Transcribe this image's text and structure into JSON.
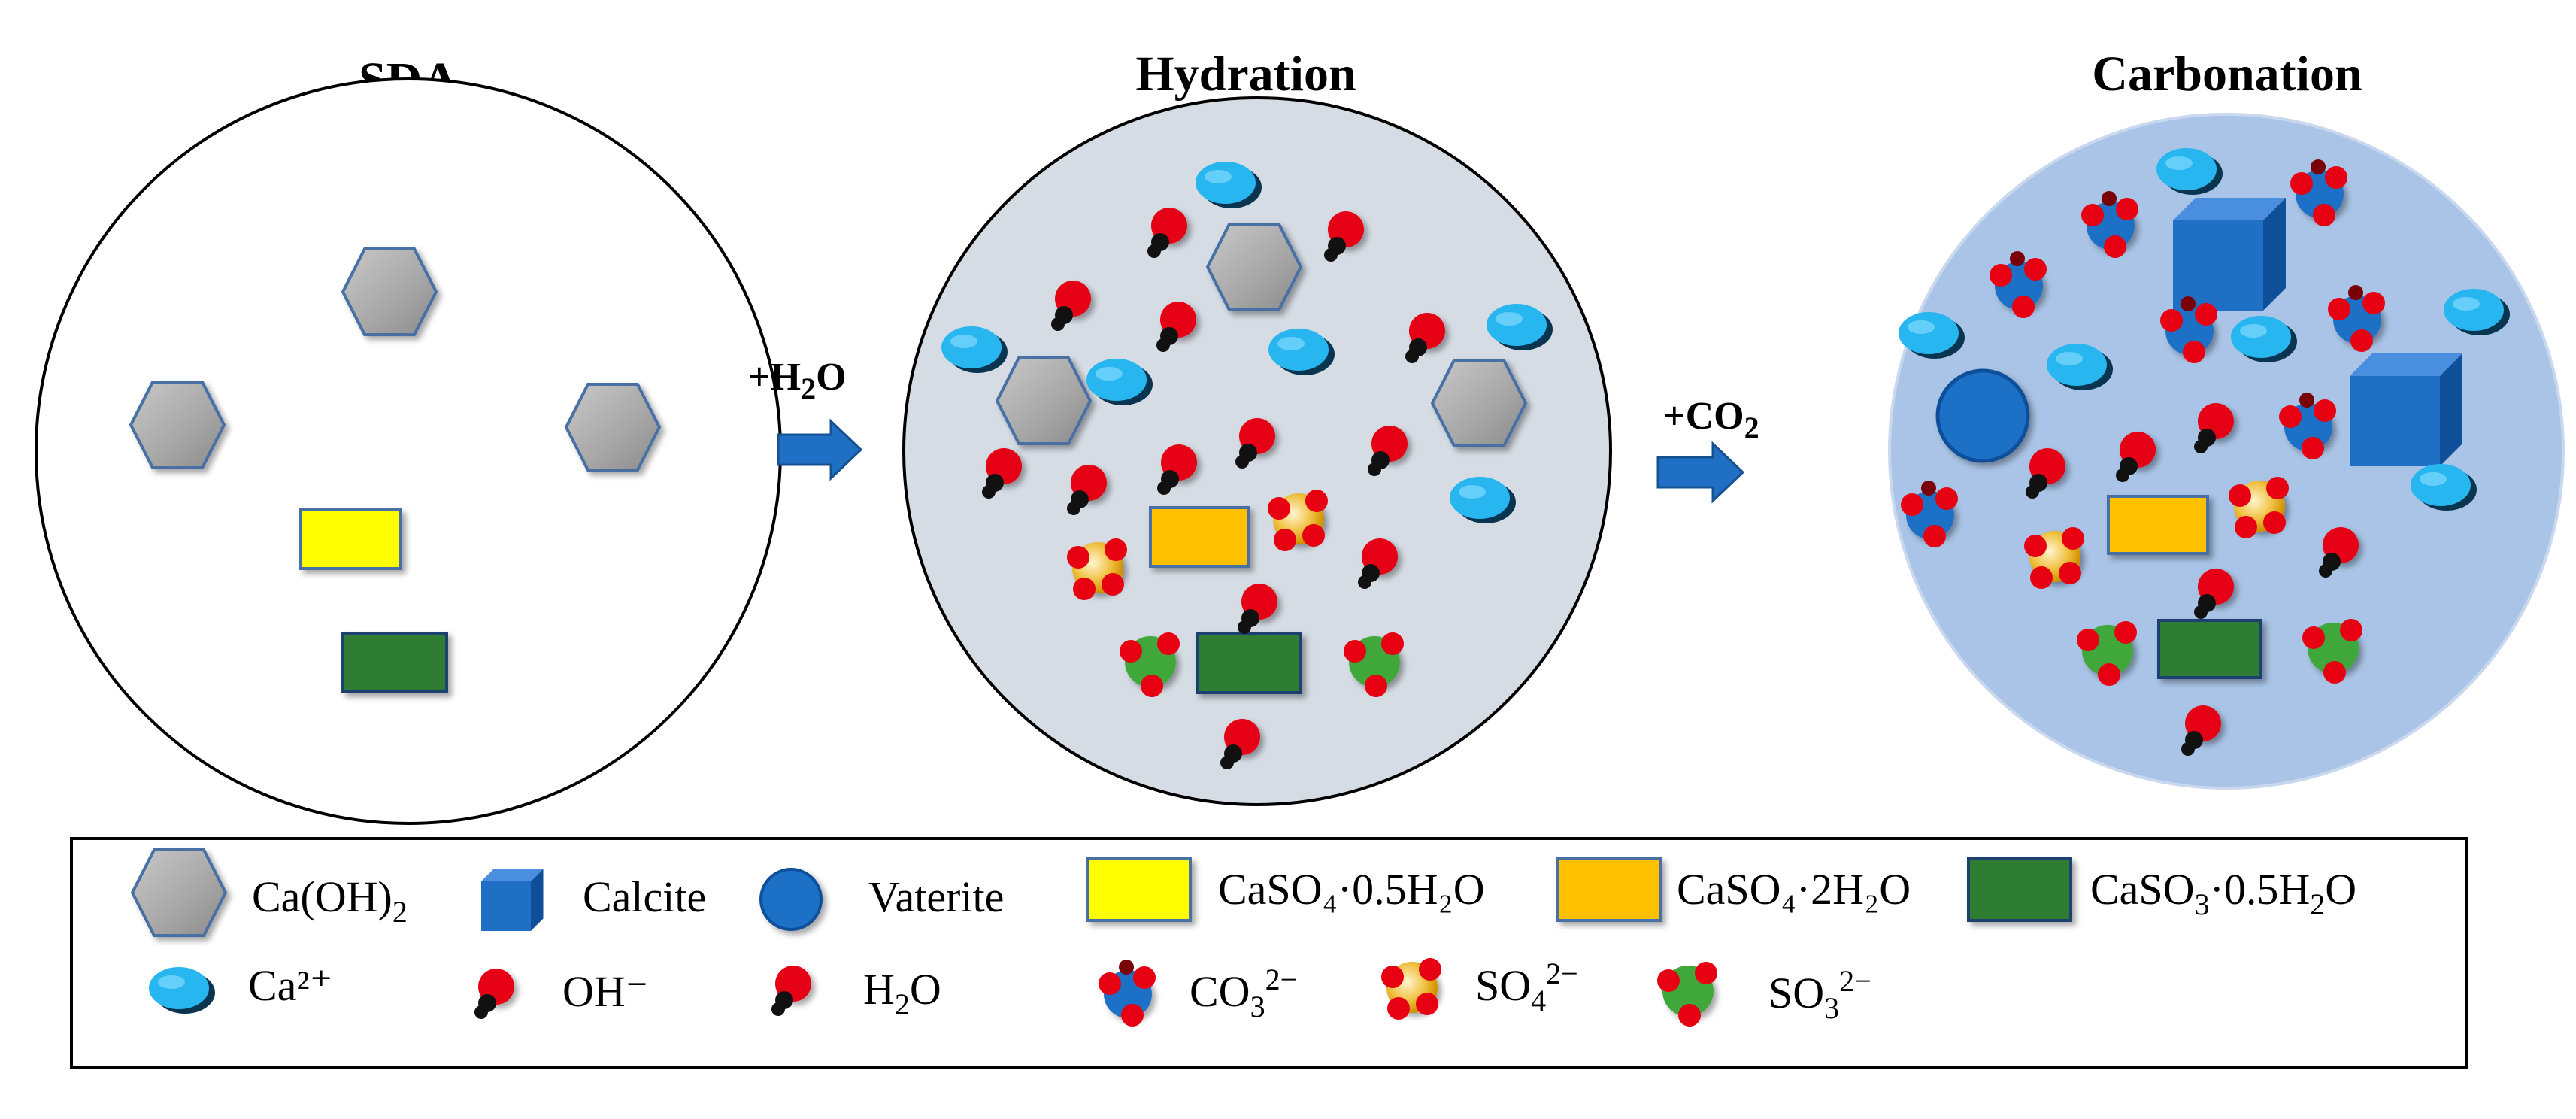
{
  "panels": {
    "sda": {
      "title": "SDA"
    },
    "hydration": {
      "title": "Hydration"
    },
    "carbonation": {
      "title": "Carbonation"
    }
  },
  "arrows": {
    "h2o": {
      "plus": "+H",
      "sub": "2",
      "tail": "O"
    },
    "co2": {
      "plus": "+CO",
      "sub": "2"
    }
  },
  "legend": {
    "row1": [
      {
        "icon": "hexagon-icon",
        "label": "Ca(OH)",
        "sub": "2"
      },
      {
        "icon": "cube-icon",
        "label": "Calcite"
      },
      {
        "icon": "circle-icon",
        "label": "Vaterite"
      },
      {
        "icon": "yellow-rect-icon",
        "label": "CaSO₄·0.5H₂O"
      },
      {
        "icon": "orange-rect-icon",
        "label": "CaSO₄·2H₂O"
      },
      {
        "icon": "green-rect-icon",
        "label": "CaSO",
        "sub": "3",
        "tail": "·0.5H",
        "sub2": "2",
        "tail2": "O"
      }
    ],
    "row2": [
      {
        "icon": "ca-ion-icon",
        "label": "Ca²⁺"
      },
      {
        "icon": "oh-ion-icon",
        "label": "OH⁻"
      },
      {
        "icon": "water-icon",
        "label": "H",
        "sub": "2",
        "tail": "O"
      },
      {
        "icon": "carbonate-icon",
        "label": "CO",
        "sub": "3",
        "sup": "2−"
      },
      {
        "icon": "sulfate-icon",
        "label": "SO",
        "sub": "4",
        "sup": "2−"
      },
      {
        "icon": "sulfite-icon",
        "label": "SO",
        "sub": "3",
        "sup": "2−"
      }
    ]
  },
  "colors": {
    "hex_fill": "#a6a6a6",
    "hex_stroke": "#4a6fa5",
    "yellow": "#ffff00",
    "orange": "#ffc000",
    "green": "#2e7d32",
    "blue": "#1f6fc5",
    "cyan": "#27b6ef",
    "red": "#e60012",
    "hydration_bg": "#d6dce4",
    "carbonation_bg": "#a9c4e6"
  }
}
